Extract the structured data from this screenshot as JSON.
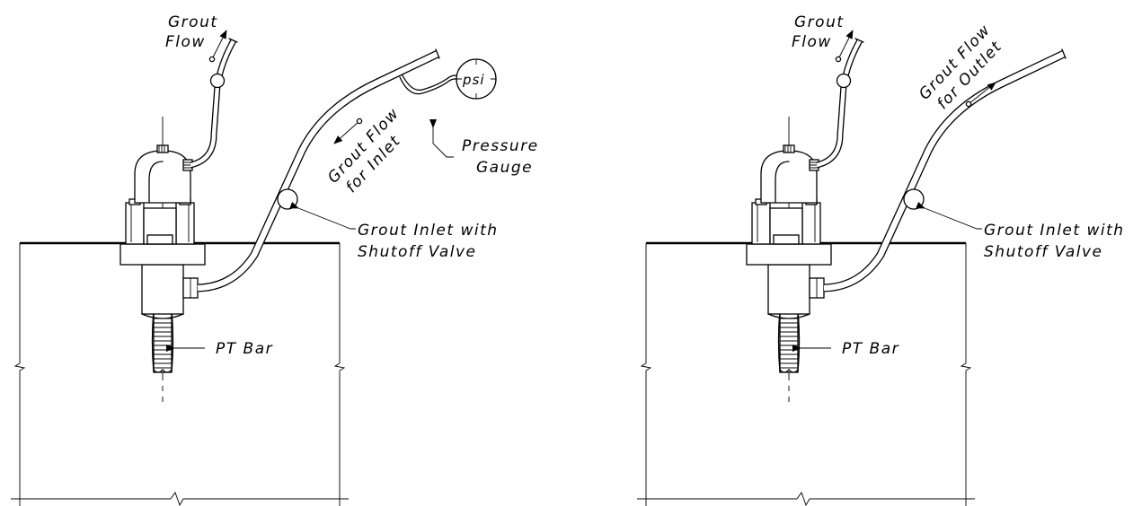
{
  "panels": [
    {
      "id": "inlet",
      "labels": {
        "grout_flow": [
          "Grout",
          "Flow"
        ],
        "hose_flow": [
          "Grout Flow",
          "for Inlet"
        ],
        "pressure_gauge": [
          "Pressure",
          "Gauge"
        ],
        "gauge_unit": "psi",
        "valve": [
          "Grout Inlet with",
          "Shutoff Valve"
        ],
        "bar": "PT Bar"
      }
    },
    {
      "id": "outlet",
      "labels": {
        "grout_flow": [
          "Grout",
          "Flow"
        ],
        "hose_flow": [
          "Grout Flow",
          "for Outlet"
        ],
        "valve": [
          "Grout Inlet with",
          "Shutoff Valve"
        ],
        "bar": "PT Bar"
      }
    }
  ]
}
